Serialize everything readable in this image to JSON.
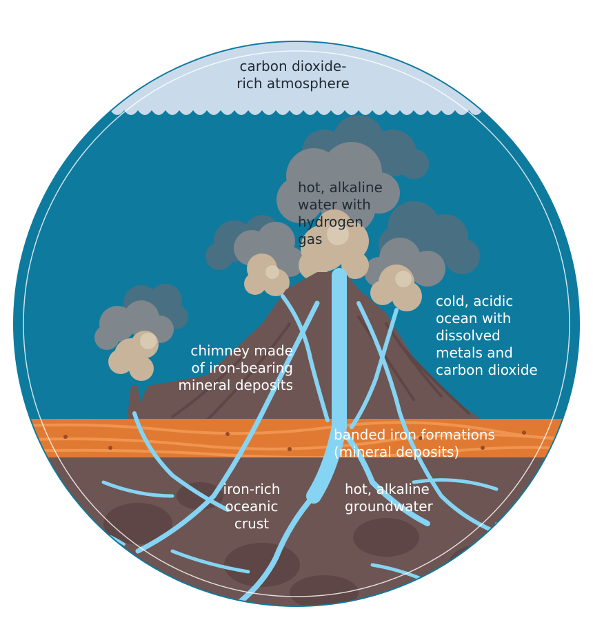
{
  "colors": {
    "sky": "#c9dbea",
    "ocean": "#0e7a9e",
    "water_channel": "#86d4f3",
    "rock": "#6d5553",
    "rock_dark": "#5d4645",
    "band_orange": "#e07a33",
    "smoke_grey": "#7f868c",
    "smoke_tan": "#c7b49a",
    "label_dark": "#1f2a33",
    "label_light": "#ffffff"
  },
  "labels": {
    "atmosphere": "carbon dioxide-\nrich atmosphere",
    "hot_water": "hot, alkaline\nwater with\nhydrogen\ngas",
    "cold_ocean": "cold, acidic\nocean with\ndissolved\nmetals and\ncarbon dioxide",
    "chimney": "chimney made\nof iron-bearing\nmineral deposits",
    "banded_iron": "banded iron formations\n(mineral deposits)",
    "crust": "iron-rich\noceanic\ncrust",
    "groundwater": "hot, alkaline\ngroundwater"
  }
}
